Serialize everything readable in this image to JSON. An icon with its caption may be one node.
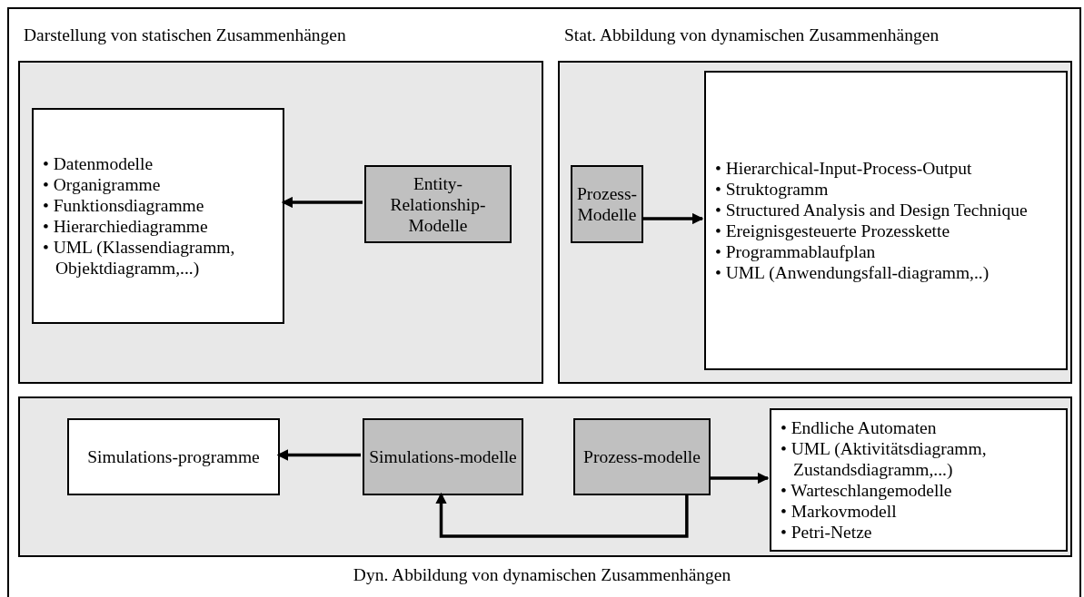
{
  "diagram": {
    "nodes": [
      {
        "text": [
          "Darstellung von statischen Zusammenhängen"
        ]
      },
      {
        "text": [
          "• Datenmodelle",
          "• Organigramme",
          "• Funktionsdiagramme",
          "• Hierarchiediagramme",
          "• UML (Klassendiagramm, Objektdiagramm,...)"
        ],
        "in": 0
      },
      {
        "text": [
          "Entity-Relationship-Modelle"
        ],
        "in": 0
      },
      {
        "text": [
          "Stat. Abbildung von dynamischen Zusammenhängen"
        ]
      },
      {
        "text": [
          "Prozess-Modelle"
        ],
        "in": 3
      },
      {
        "text": [
          "• Hierarchical-Input-Process-Output",
          "• Struktogramm",
          "• Structured Analysis and Design Technique",
          "• Ereignisgesteuerte Prozesskette",
          "• Programmablaufplan",
          "• UML (Anwendungsfall-diagramm,..)"
        ],
        "in": 3
      },
      {
        "text": [
          "Dyn. Abbildung von dynamischen Zusammenhängen"
        ]
      },
      {
        "text": [
          "Simulations-programme"
        ],
        "in": 6
      },
      {
        "text": [
          "Simulations-modelle"
        ],
        "in": 6
      },
      {
        "text": [
          "Prozess-modelle"
        ],
        "in": 6
      },
      {
        "text": [
          "• Endliche Automaten",
          "• UML (Aktivitätsdiagramm, Zustandsdiagramm,...)",
          "• Warteschlangemodelle",
          "• Markovmodell",
          "• Petri-Netze"
        ],
        "in": 6
      }
    ],
    "edges": [
      {
        "from": 2,
        "to": 1,
        "arrow": "to"
      },
      {
        "from": 4,
        "to": 5,
        "arrow": "to"
      },
      {
        "from": 8,
        "to": 7,
        "arrow": "to"
      },
      {
        "from": 9,
        "to": 10,
        "arrow": "to"
      },
      {
        "from": 9,
        "to": 8,
        "arrow": "to"
      }
    ]
  }
}
